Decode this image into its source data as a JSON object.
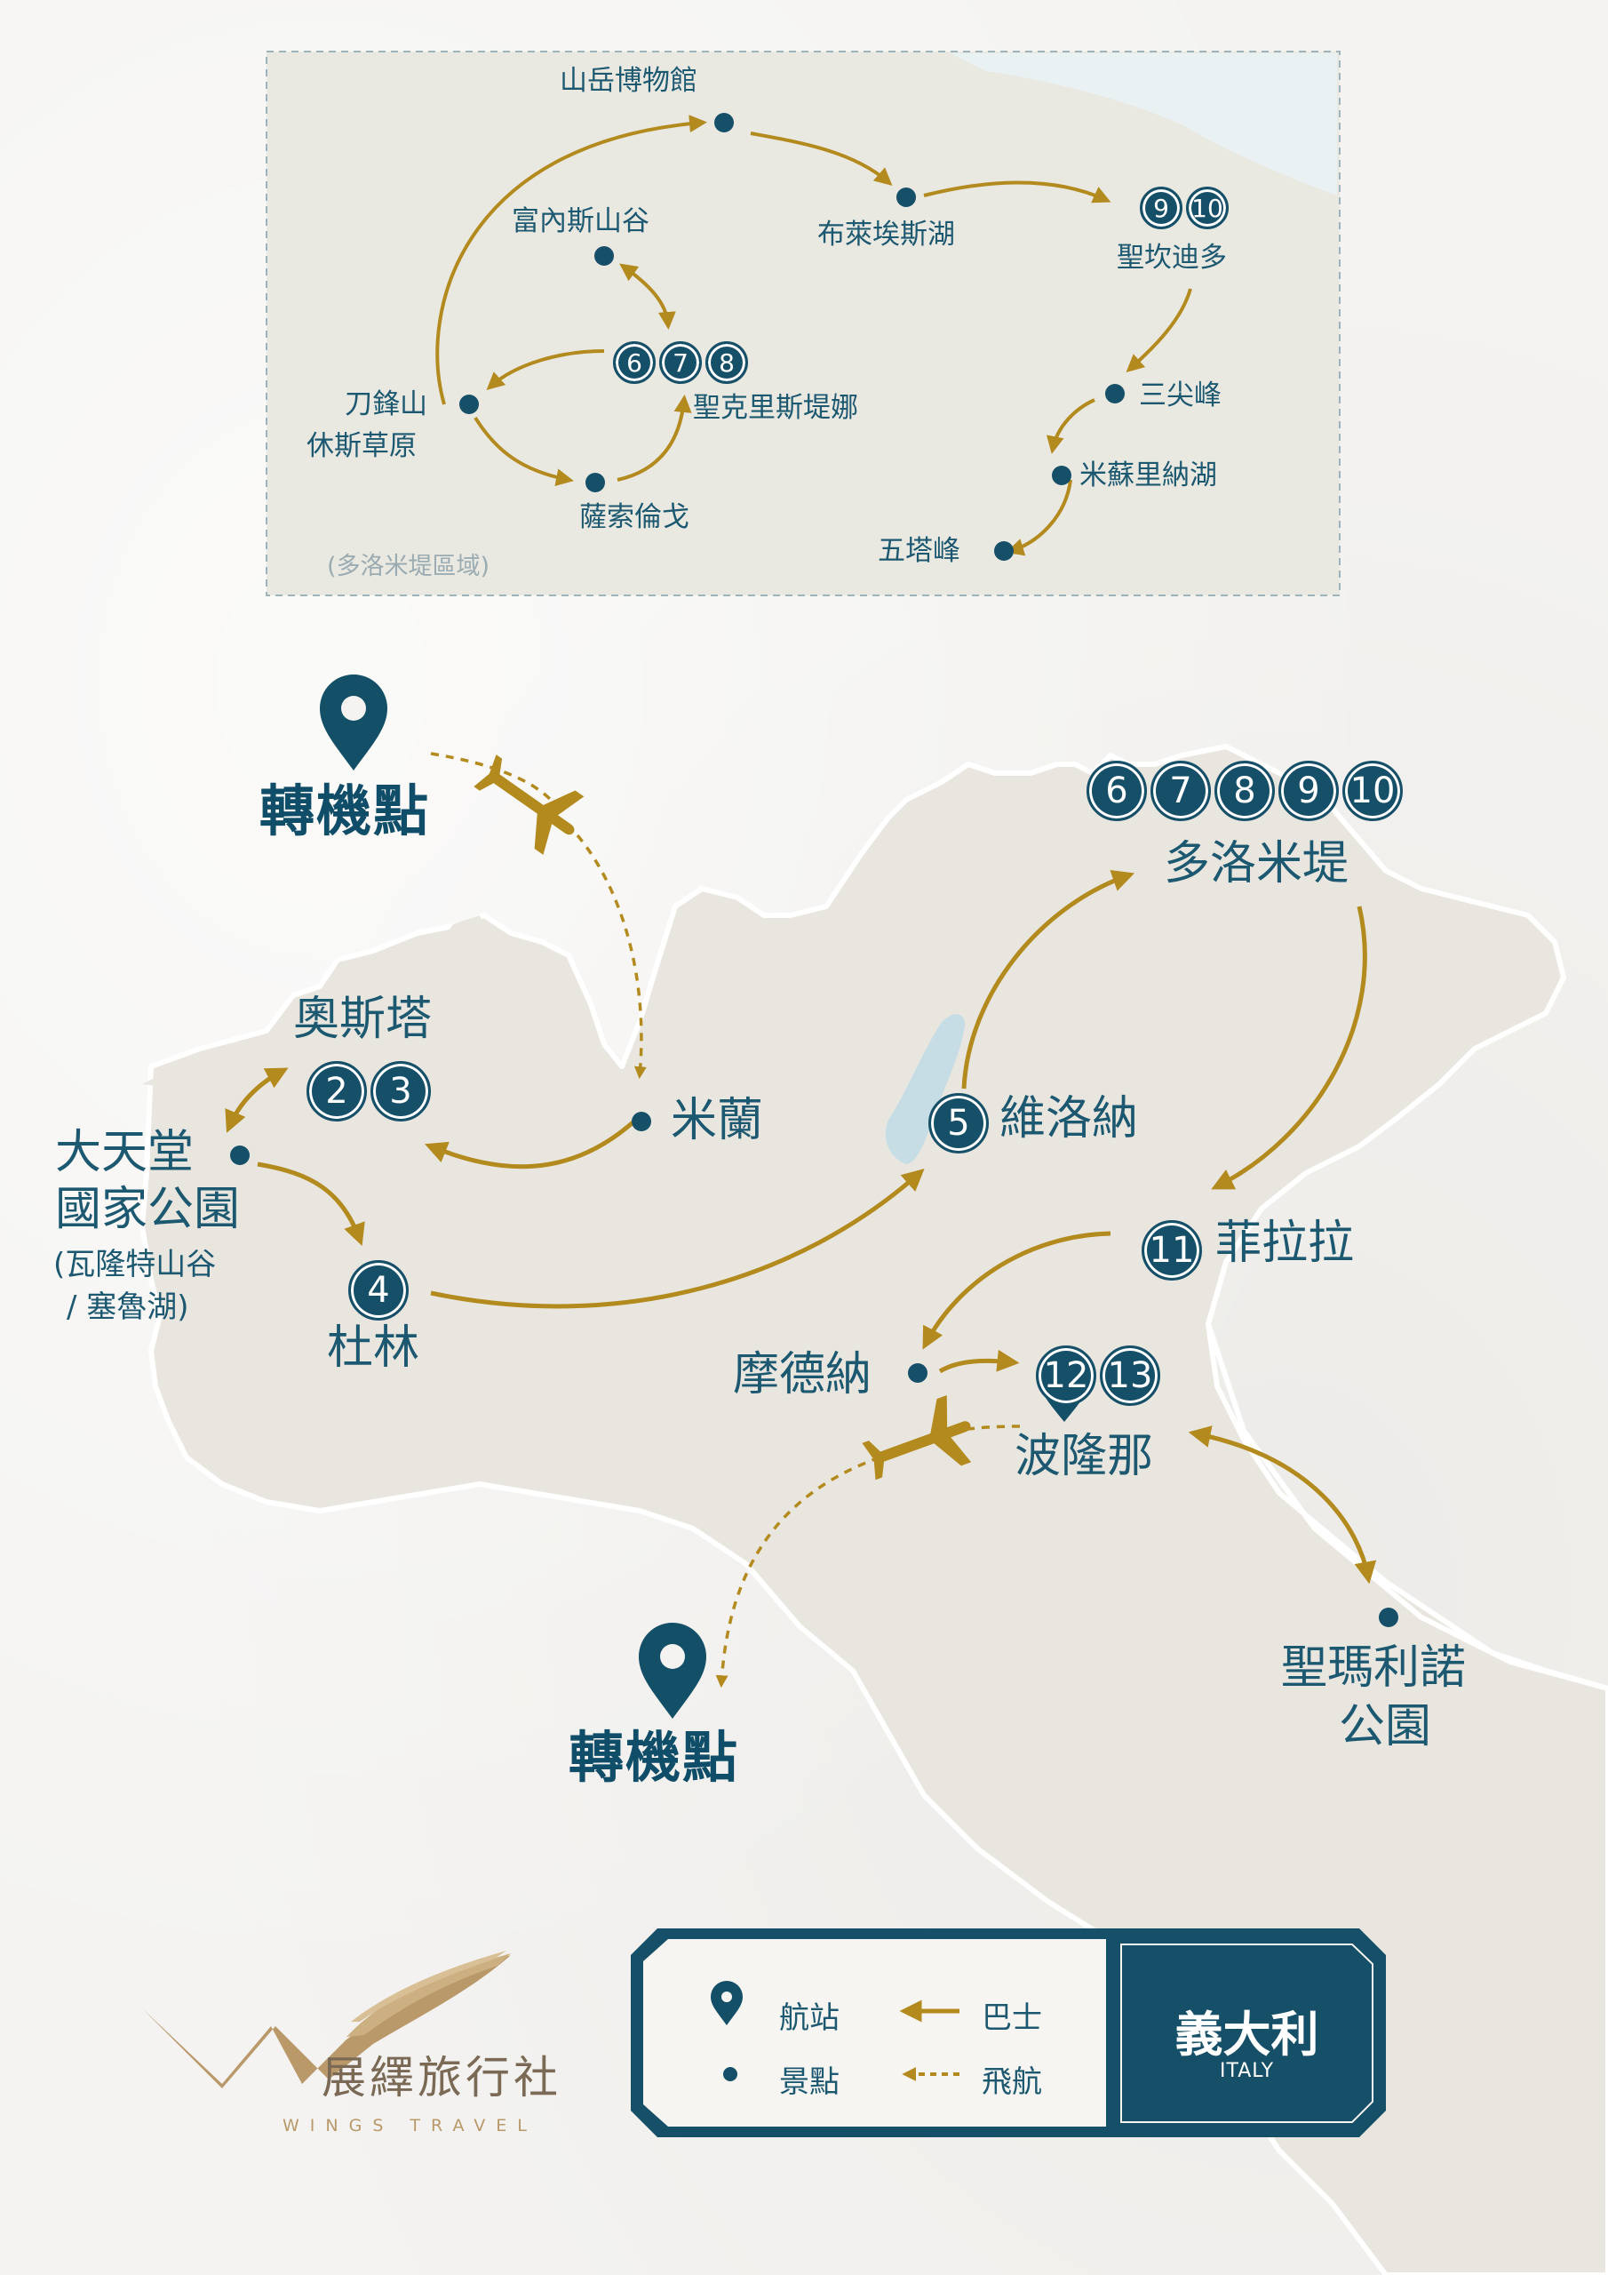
{
  "inset": {
    "region_label": "(多洛米堤區域)",
    "places": {
      "mountain_museum": "山岳博物館",
      "lake_braies": "布萊埃斯湖",
      "san_candido": "聖坎迪多",
      "val_di_funes": "富內斯山谷",
      "santa_cristina": "聖克里斯堤娜",
      "seceda_1": "刀鋒山",
      "seceda_2": "休斯草原",
      "tre_cime": "三尖峰",
      "misurina": "米蘇里納湖",
      "cinque_torri": "五塔峰",
      "ortisei": "薩索倫戈"
    },
    "badges_san_candido": [
      "9",
      "10"
    ],
    "badges_santa_cristina": [
      "6",
      "7",
      "8"
    ]
  },
  "main": {
    "hub_label": "轉機點",
    "places": {
      "milan": "米蘭",
      "aosta": "奧斯塔",
      "gran_paradiso_1": "大天堂",
      "gran_paradiso_2": "國家公園",
      "gran_paradiso_3": "(瓦隆特山谷",
      "gran_paradiso_4": "/ 塞魯湖)",
      "turin": "杜林",
      "verona": "維洛納",
      "dolomites": "多洛米堤",
      "ferrara": "菲拉拉",
      "modena": "摩德納",
      "bologna": "波隆那",
      "san_marino_1": "聖瑪利諾",
      "san_marino_2": "公園"
    },
    "badges_aosta": [
      "2",
      "3"
    ],
    "badge_turin": "4",
    "badge_verona": "5",
    "badges_dolomites": [
      "6",
      "7",
      "8",
      "9",
      "10"
    ],
    "badge_ferrara": "11",
    "badges_bologna": [
      "12",
      "13"
    ]
  },
  "legend": {
    "station": "航站",
    "spot": "景點",
    "bus": "巴士",
    "flight": "飛航",
    "country": "義大利",
    "country_en": "ITALY"
  },
  "brand": {
    "name_zh": "展繹旅行社",
    "name_en": "WINGS TRAVEL"
  },
  "colors": {
    "teal": "#164f68",
    "gold": "#b38a1e",
    "land": "#e9e6df",
    "water": "#c9dfe6"
  }
}
